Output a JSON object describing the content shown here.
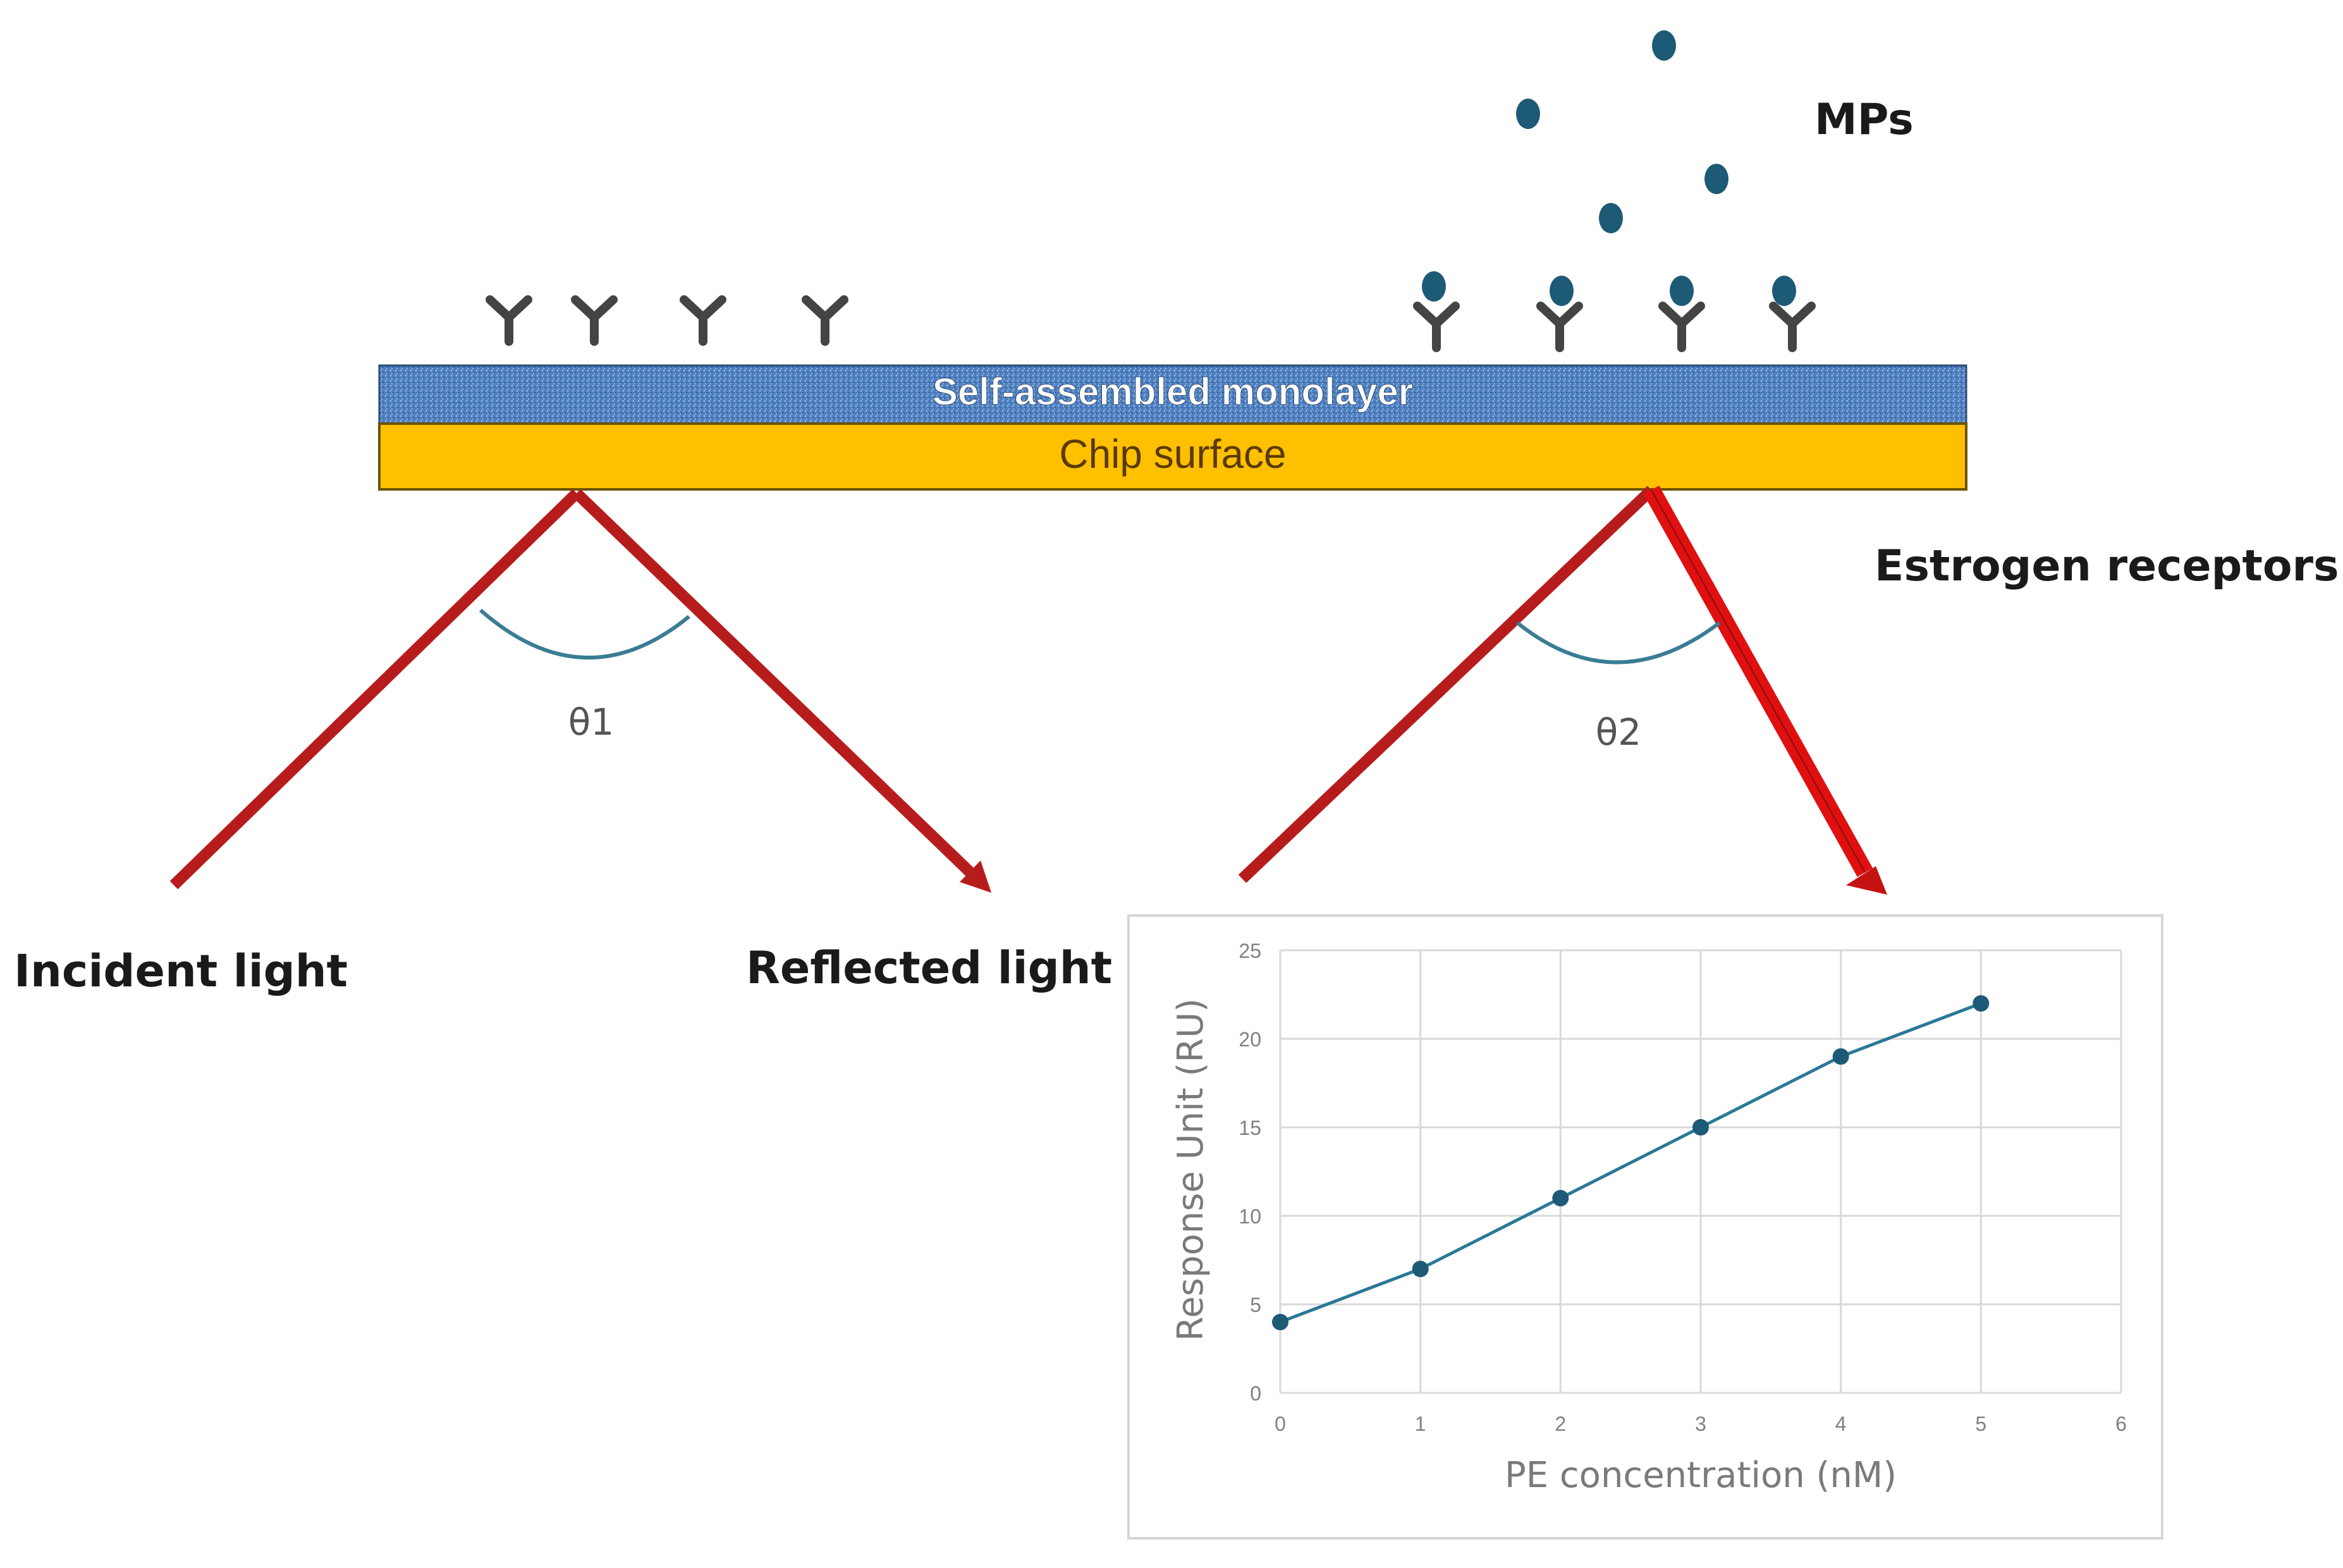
{
  "labels": {
    "mps": "MPs",
    "estrogen_receptors": "Estrogen receptors",
    "sam": "Self-assembled monolayer",
    "chip": "Chip surface",
    "theta1": "θ1",
    "theta2": "θ2",
    "incident_light": "Incident light",
    "reflected_light": "Reflected light"
  },
  "colors": {
    "sam": "#4e7fbf",
    "chip": "#ffc000",
    "light_beam": "#b71c1c",
    "strong_beam": "#e01010",
    "angle_arc": "#3a7c95",
    "particle": "#1d5a75",
    "receptor": "#444444",
    "series": "#2b7896"
  },
  "icons": {
    "receptor": "antibody-y-icon",
    "particle": "microplastic-particle-icon"
  },
  "chart_data": {
    "type": "line",
    "xlabel": "PE concentration (nM)",
    "ylabel": "Response Unit (RU)",
    "x": [
      0,
      1,
      2,
      3,
      4,
      5
    ],
    "y": [
      4,
      7,
      11,
      15,
      19,
      22
    ],
    "xlim": [
      0,
      6
    ],
    "ylim": [
      0,
      25
    ],
    "xticks": [
      "0",
      "1",
      "2",
      "3",
      "4",
      "5",
      "6"
    ],
    "yticks": [
      "0",
      "5",
      "10",
      "15",
      "20",
      "25"
    ],
    "grid": true,
    "markers": true
  }
}
